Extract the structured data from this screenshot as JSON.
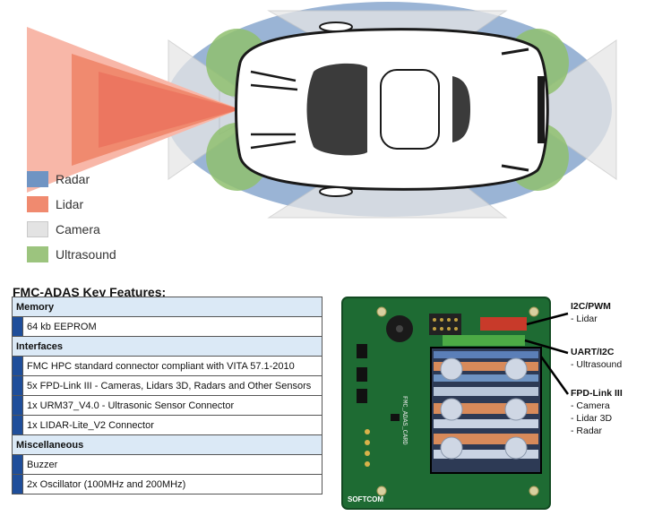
{
  "legend": {
    "items": [
      {
        "label": "Radar",
        "color": "#6f94c3"
      },
      {
        "label": "Lidar",
        "color": "#f08a6f"
      },
      {
        "label": "Camera",
        "color": "#e3e3e3"
      },
      {
        "label": "Ultrasound",
        "color": "#9cc47e"
      }
    ]
  },
  "features": {
    "title": "FMC-ADAS Key Features:",
    "sections": [
      {
        "header": "Memory",
        "items": [
          "64 kb EEPROM"
        ]
      },
      {
        "header": "Interfaces",
        "items": [
          "FMC HPC standard connector compliant with VITA 57.1-2010",
          "5x FPD-Link III - Cameras, Lidars 3D, Radars and Other Sensors",
          "1x URM37_V4.0 - Ultrasonic Sensor Connector",
          "1x LIDAR-Lite_V2 Connector"
        ]
      },
      {
        "header": "Miscellaneous",
        "items": [
          "Buzzer",
          "2x Oscillator (100MHz and 200MHz)"
        ]
      }
    ]
  },
  "board": {
    "silk_name": "FMC_ADAS_CARD",
    "brand": "SOFTCOM",
    "callouts": [
      {
        "title": "I2C/PWM",
        "lines": [
          "- Lidar"
        ]
      },
      {
        "title": "UART/I2C",
        "lines": [
          "- Ultrasound"
        ]
      },
      {
        "title": "FPD-Link III",
        "lines": [
          "- Camera",
          "- Lidar 3D",
          "- Radar"
        ]
      }
    ]
  },
  "colors": {
    "table_header": "#dbe9f6",
    "table_marker": "#1f4e9a",
    "pcb_green": "#1e6b33"
  }
}
